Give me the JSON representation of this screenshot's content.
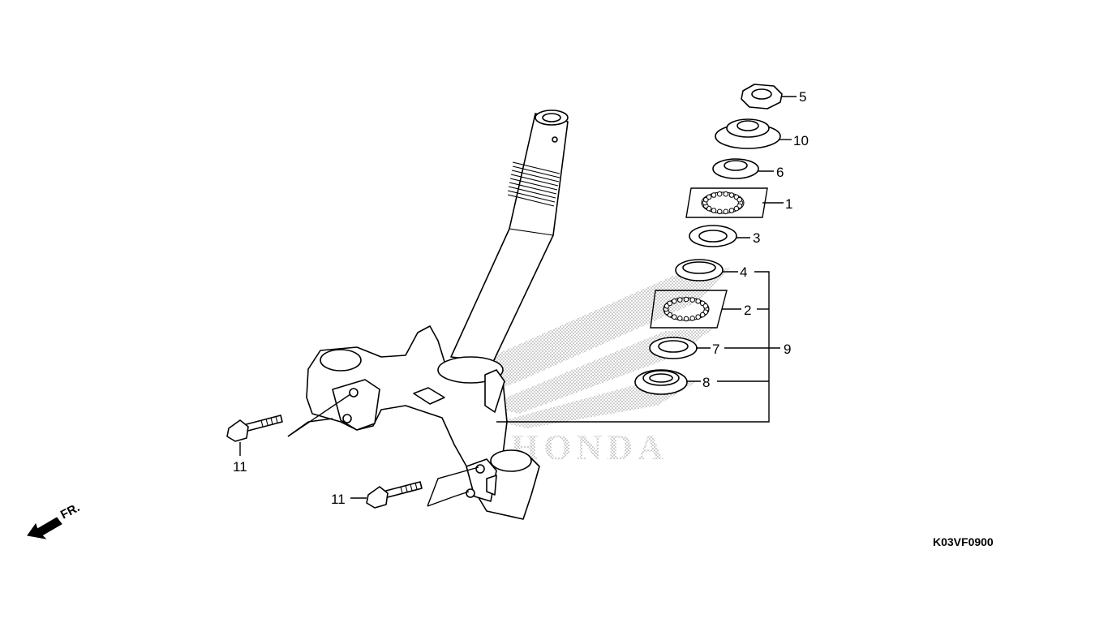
{
  "diagram": {
    "figure_code": "K03VF0900",
    "front_arrow_label": "FR.",
    "callouts": [
      {
        "id": "5",
        "label": "5"
      },
      {
        "id": "10",
        "label": "10"
      },
      {
        "id": "6",
        "label": "6"
      },
      {
        "id": "1",
        "label": "1"
      },
      {
        "id": "3",
        "label": "3"
      },
      {
        "id": "4",
        "label": "4"
      },
      {
        "id": "2",
        "label": "2"
      },
      {
        "id": "9",
        "label": "9"
      },
      {
        "id": "7",
        "label": "7"
      },
      {
        "id": "8",
        "label": "8"
      },
      {
        "id": "11a",
        "label": "11"
      },
      {
        "id": "11b",
        "label": "11"
      }
    ],
    "watermark": "HONDA",
    "colors": {
      "line": "#000000",
      "background": "#ffffff",
      "watermark_dots": "#9a9a9a"
    }
  }
}
